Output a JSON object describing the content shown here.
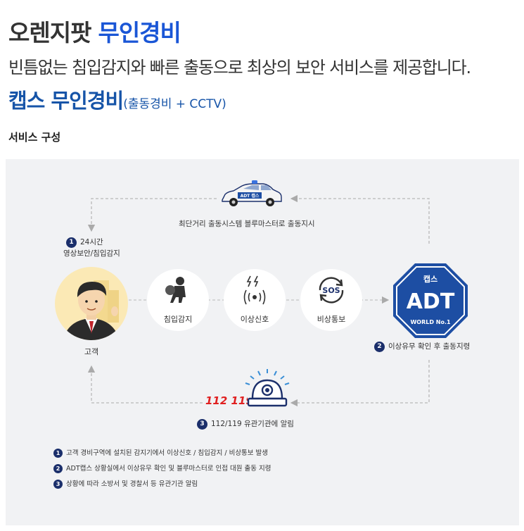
{
  "header": {
    "brand": "오렌지팟",
    "brand_accent": "무인경비",
    "tagline": "빈틈없는 침입감지와 빠른 출동으로 최상의 보안 서비스를 제공합니다.",
    "service_name": "캡스 무인경비",
    "service_sub": "(출동경비 + CCTV)",
    "section_label": "서비스 구성"
  },
  "diagram": {
    "top_caption": "최단거리 출동시스템 블루마스터로 출동지시",
    "car_badge": "ADT 캡스",
    "step1_num": "1",
    "step1_line1": "24시간",
    "step1_line2": "영상보안/침입감지",
    "customer_label": "고객",
    "nodes": [
      {
        "label": "침입감지",
        "icon": "thief-icon"
      },
      {
        "label": "이상신호",
        "icon": "signal-icon"
      },
      {
        "label": "비상통보",
        "icon": "sos-icon"
      }
    ],
    "sos_text": "SOS",
    "adt_top": "캡스",
    "adt_main": "ADT",
    "adt_bottom": "WORLD No.1",
    "step2_num": "2",
    "step2_text": "이상유무 확인 후 출동지령",
    "emergency_text": "112 119",
    "step3_num": "3",
    "step3_text": "112/119 유관기관에 알림"
  },
  "legend": [
    {
      "num": "1",
      "text": "고객 경비구역에 설치된 감지기에서 이상신호 / 침입감지 / 비상통보 발생"
    },
    {
      "num": "2",
      "text": "ADT캡스 상황실에서 이상유무 확인 및 블루마스터로 인접 대원 출동 지령"
    },
    {
      "num": "3",
      "text": "상황에 따라 소방서 및 경찰서 등 유관기관 알림"
    }
  ],
  "colors": {
    "brand_blue": "#1a56d6",
    "service_blue": "#1654a8",
    "adt_blue": "#1d4ea3",
    "badge_navy": "#1b2f6b",
    "emergency_red": "#e02020",
    "panel_bg": "#f1f2f4"
  }
}
